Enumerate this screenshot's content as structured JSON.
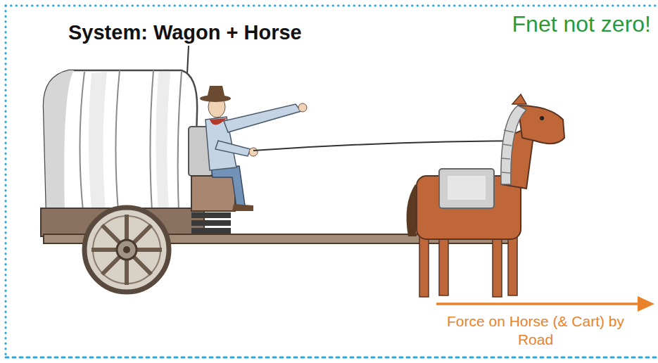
{
  "diagram": {
    "title": "System: Wagon + Horse",
    "labels": [
      "Fnet not zero!",
      "Force on Horse (& Cart) by Road"
    ]
  }
}
